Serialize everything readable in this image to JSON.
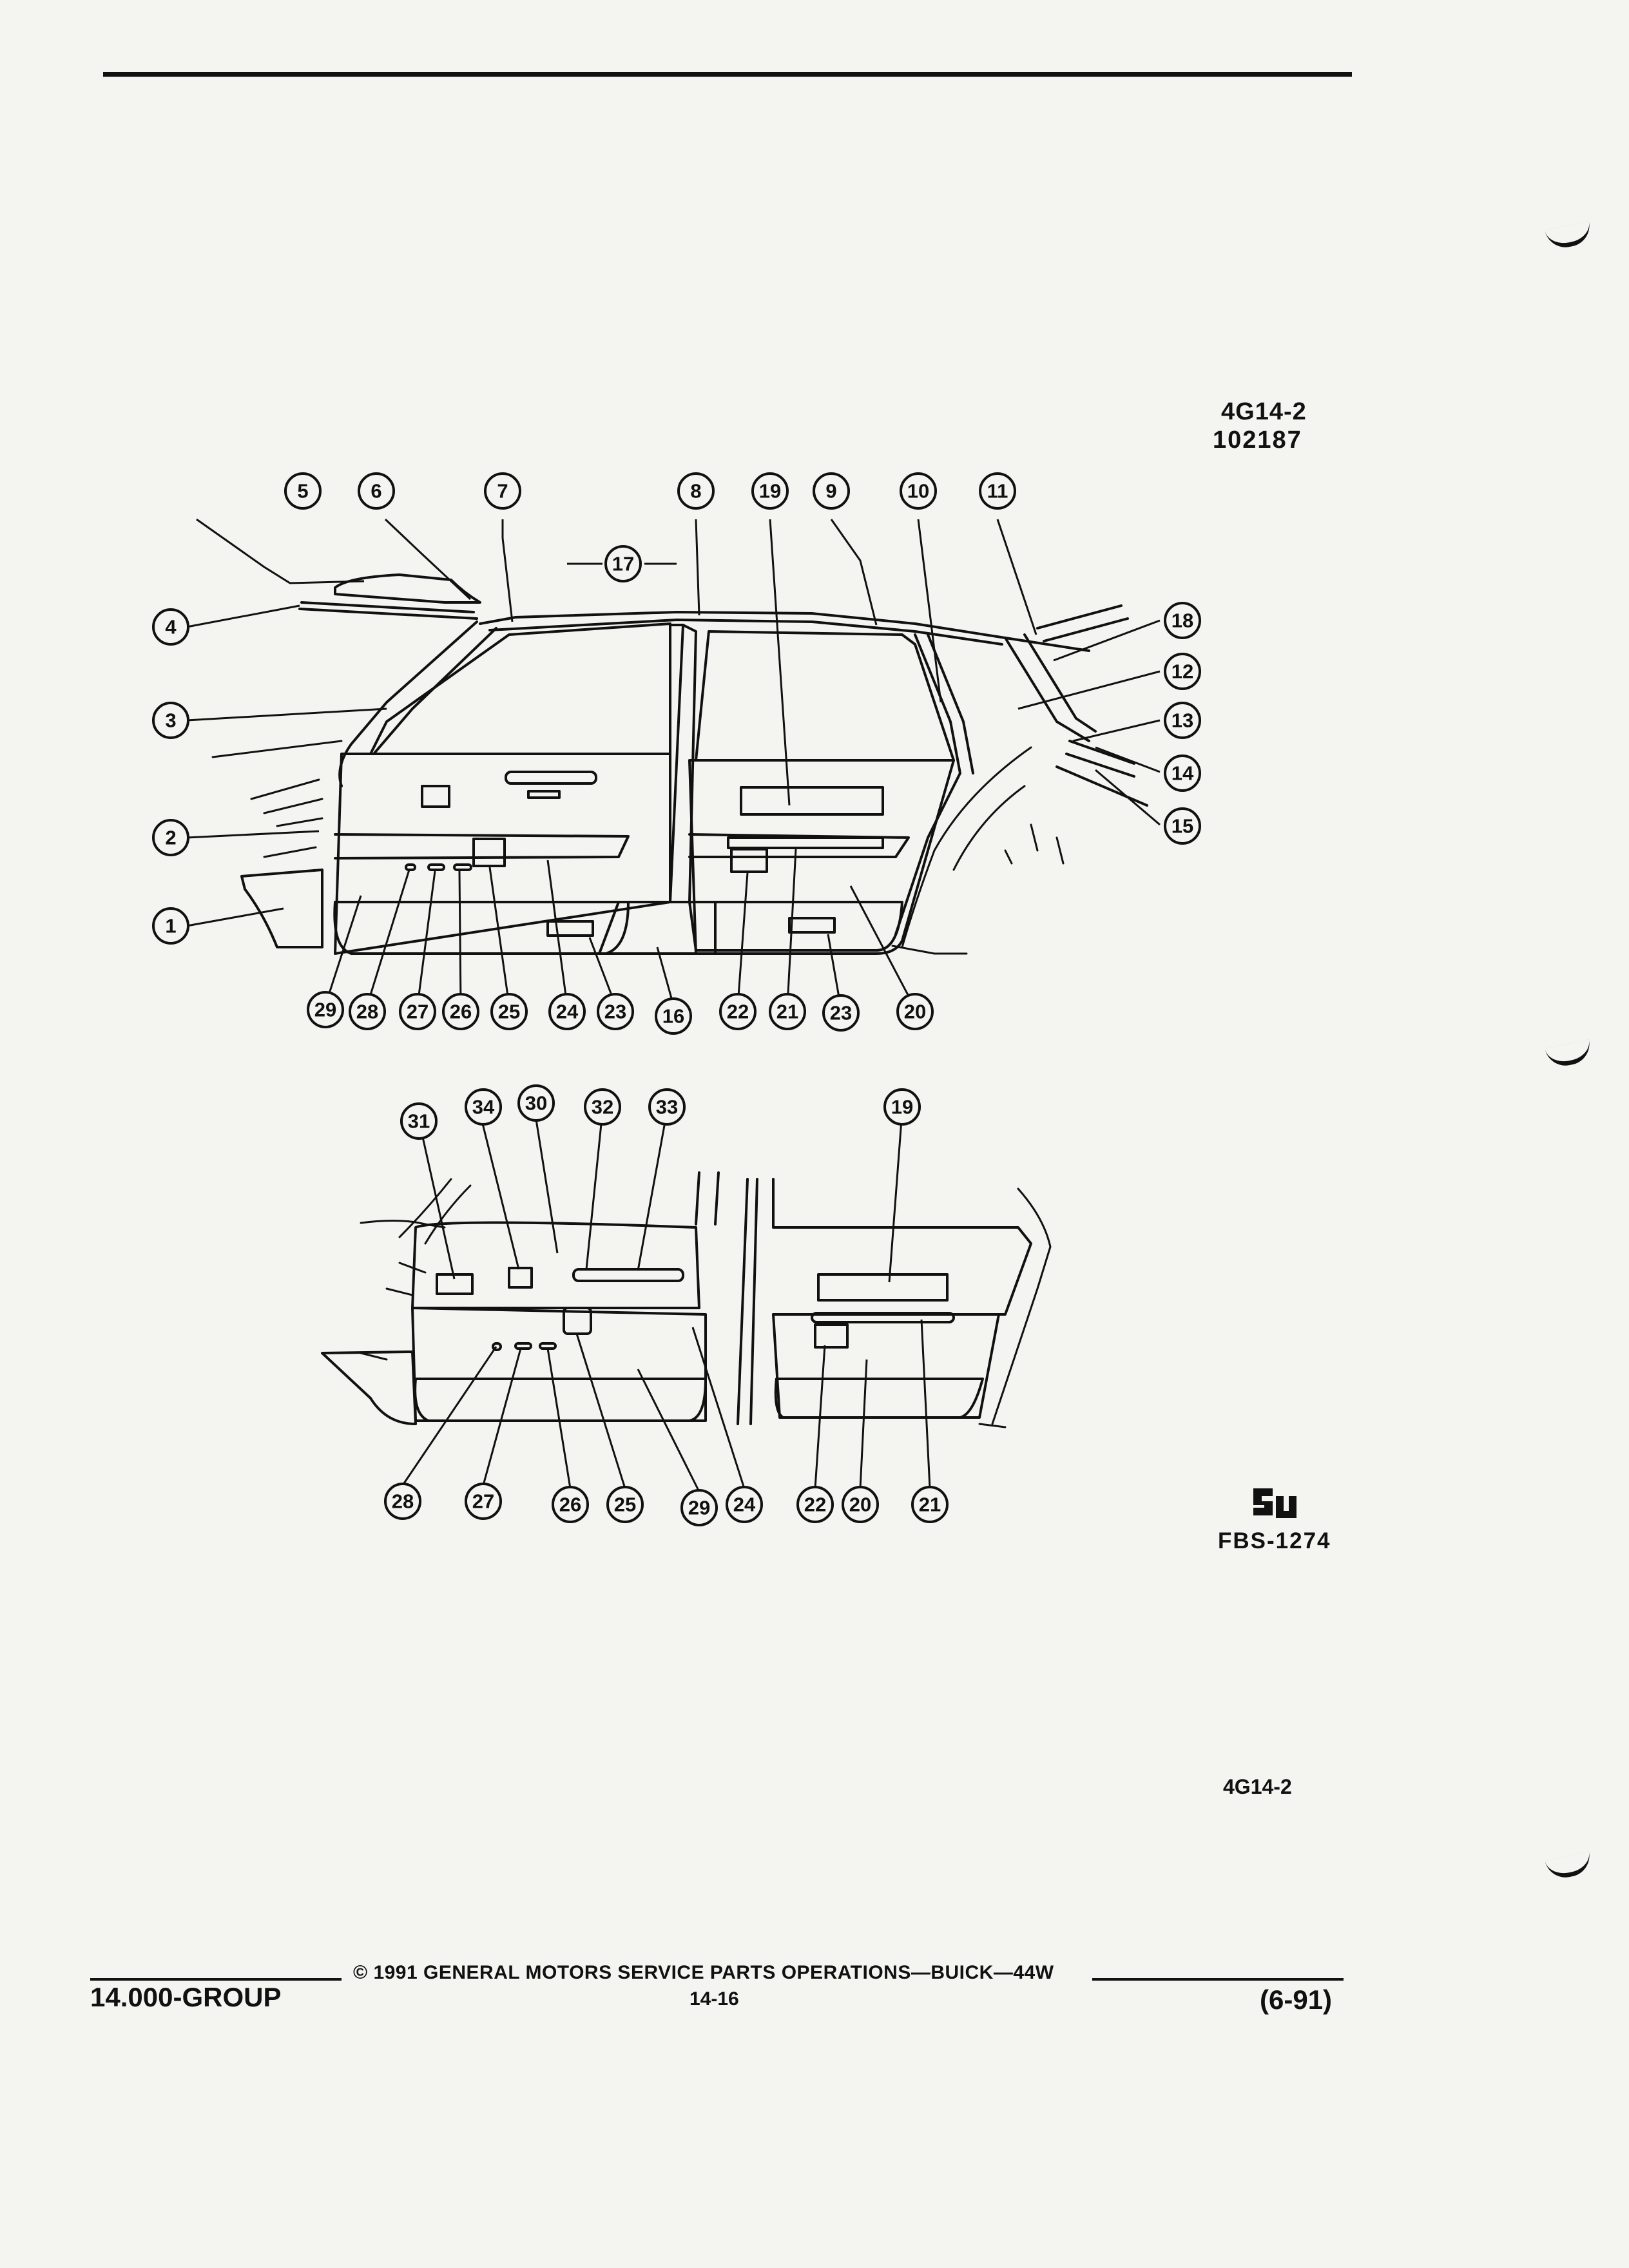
{
  "header": {
    "fig_ref": "4G14-2",
    "fig_number": "102187"
  },
  "diagram_top": {
    "callouts": [
      "1",
      "2",
      "3",
      "4",
      "5",
      "6",
      "7",
      "8",
      "19",
      "9",
      "10",
      "11",
      "17",
      "18",
      "12",
      "13",
      "14",
      "15",
      "16",
      "20",
      "21",
      "22",
      "23",
      "23",
      "24",
      "25",
      "26",
      "27",
      "28",
      "29"
    ]
  },
  "diagram_bottom": {
    "callouts": [
      "31",
      "34",
      "30",
      "32",
      "33",
      "19",
      "28",
      "27",
      "26",
      "25",
      "29",
      "24",
      "22",
      "20",
      "21"
    ]
  },
  "logo": {
    "fbs_number": "FBS-1274"
  },
  "section_ref": "4G14-2",
  "footer": {
    "copyright": "© 1991 GENERAL MOTORS SERVICE PARTS OPERATIONS—BUICK—44W",
    "group": "14.000-GROUP",
    "page": "14-16",
    "date": "(6-91)"
  },
  "colors": {
    "ink": "#111111",
    "paper": "#f4f4f1"
  }
}
